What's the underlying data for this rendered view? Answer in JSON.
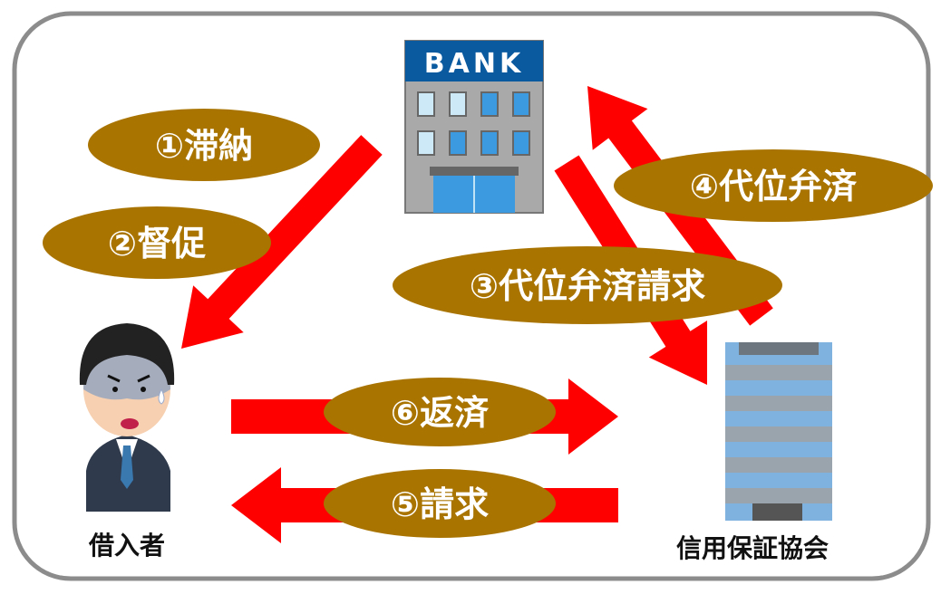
{
  "colors": {
    "frame": "#8c8c8c",
    "arrow": "#ff0000",
    "bubble": "#a97400",
    "bubble_text": "#ffffff"
  },
  "bank": {
    "sign": "BANK"
  },
  "actors": {
    "borrower": "借入者",
    "guarantor": "信用保証協会"
  },
  "steps": [
    {
      "label": "①滞納"
    },
    {
      "label": "②督促"
    },
    {
      "label": "③代位弁済請求"
    },
    {
      "label": "④代位弁済"
    },
    {
      "label": "⑤請求"
    },
    {
      "label": "⑥返済"
    }
  ]
}
